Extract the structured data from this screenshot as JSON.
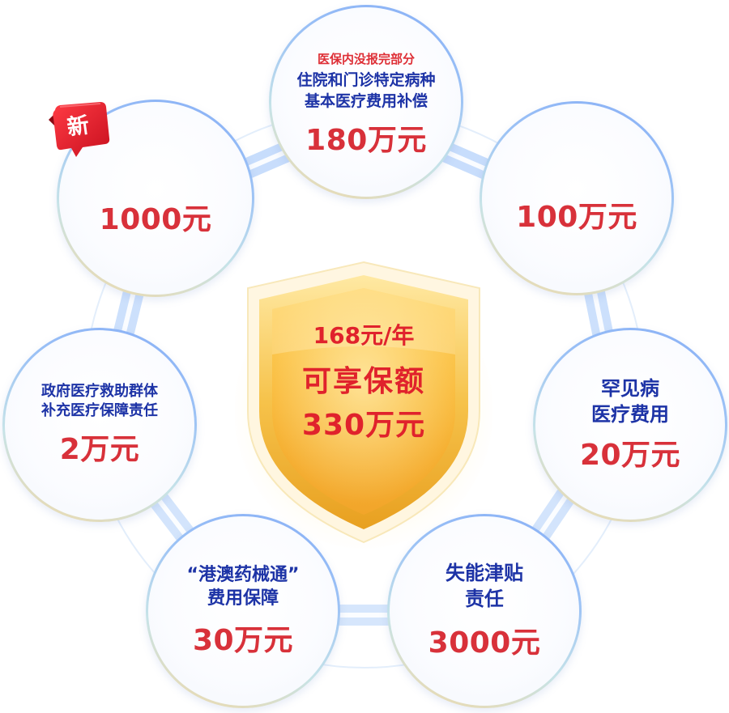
{
  "shield": {
    "price": "168元/年",
    "line2": "可享保额",
    "line3": "330万元"
  },
  "badge": {
    "label": "新"
  },
  "circles": {
    "top": {
      "line1": "医保内没报完部分",
      "line2": "住院和门诊特定病种",
      "line3": "基本医疗费用补偿",
      "amount": "180万元"
    },
    "top_left": {
      "amount": "1000元"
    },
    "top_right": {
      "amount": "100万元"
    },
    "left": {
      "line1": "政府医疗救助群体",
      "line2": "补充医疗保障责任",
      "amount": "2万元"
    },
    "right": {
      "line1": "罕见病",
      "line2": "医疗费用",
      "amount": "20万元"
    },
    "bottom_left": {
      "line1": "“港澳药械通”",
      "line2": "费用保障",
      "amount": "30万元"
    },
    "bottom_right": {
      "line1": "失能津贴",
      "line2": "责任",
      "amount": "3000元"
    }
  },
  "colors": {
    "label_blue": "#1d33a6",
    "amount_red": "#d8313a",
    "shield_gold": "#f6b93a",
    "badge_red": "#e0182a"
  }
}
